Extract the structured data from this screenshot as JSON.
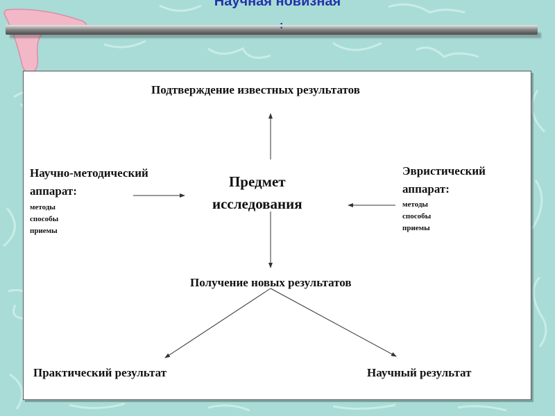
{
  "header": {
    "title": "Научная новизная",
    "dot": ":"
  },
  "diagram": {
    "top": "Подтверждение известных результатов",
    "center": [
      "Предмет",
      "исследования"
    ],
    "left": {
      "heading": [
        "Научно-методический",
        "аппарат:"
      ],
      "items": [
        "методы",
        "способы",
        "приемы"
      ]
    },
    "right": {
      "heading": [
        "Эвристический",
        "аппарат:"
      ],
      "items": [
        "методы",
        "способы",
        "приемы"
      ]
    },
    "bottom": "Получение новых результатов",
    "bottom_left": "Практический результат",
    "bottom_right": "Научный результат"
  },
  "colors": {
    "background": "#a9dcd6",
    "title": "#2233aa",
    "boomerang": "#f2b8c8"
  }
}
